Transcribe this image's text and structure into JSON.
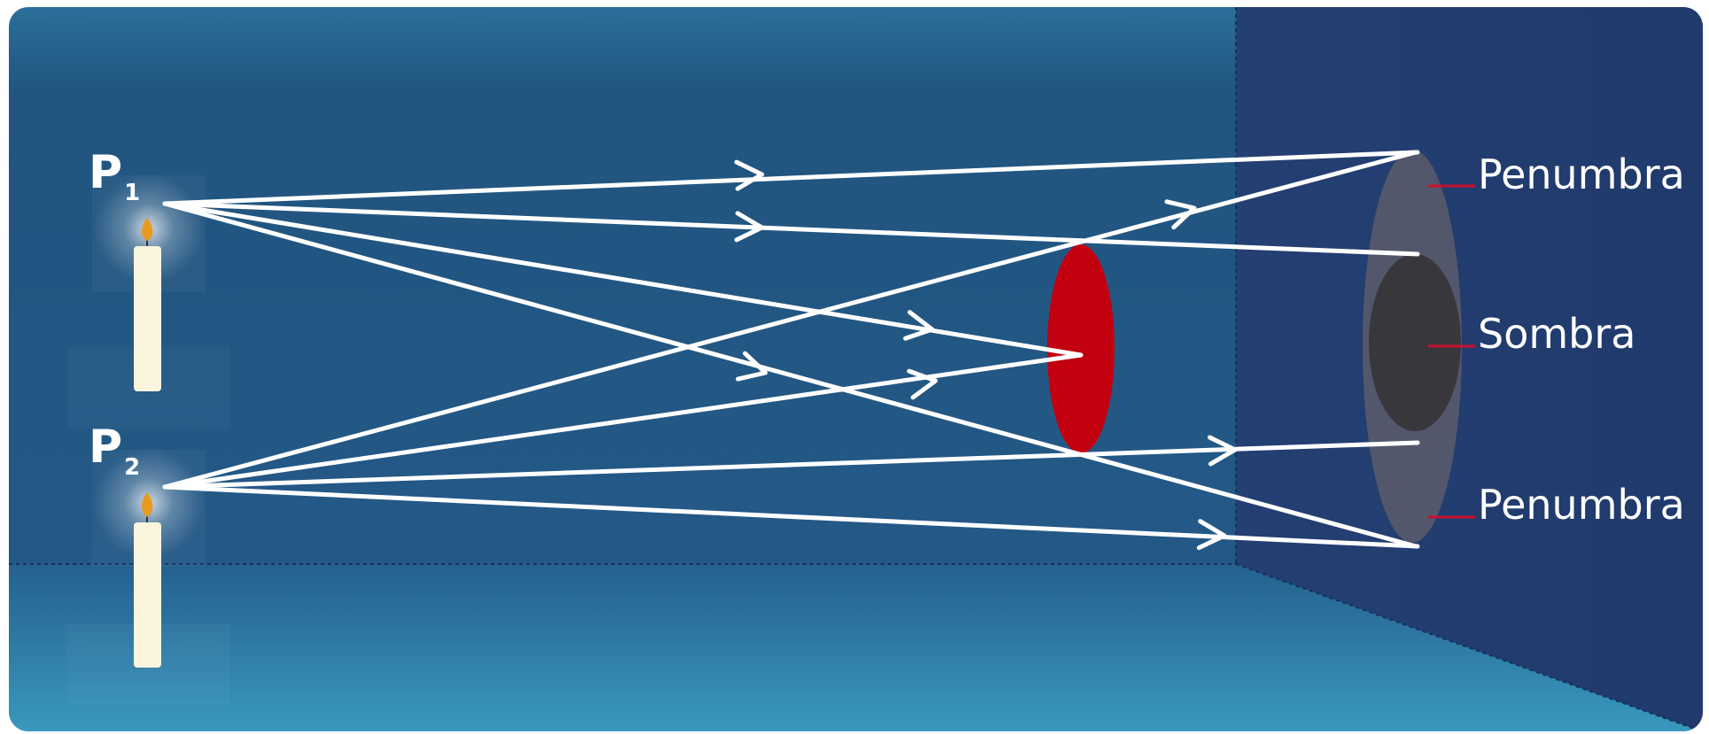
{
  "labels": {
    "source_1": {
      "letter": "P",
      "sub": "1"
    },
    "source_2": {
      "letter": "P",
      "sub": "2"
    },
    "penumbra_top": "Penumbra",
    "shadow": "Sombra",
    "penumbra_bottom": "Penumbra"
  },
  "colors": {
    "background_top": "#1f4f7f",
    "background_bottom": "#24588a",
    "floor": "#2f82aa",
    "wall": "#233f73",
    "rays": "#ffffff",
    "obstacle": "#c20010",
    "penumbra": "#4f5563",
    "shadow": "#36373b",
    "candle": "#fbf5dd",
    "flame": "#e79a22",
    "label_marker": "#c8102e"
  }
}
